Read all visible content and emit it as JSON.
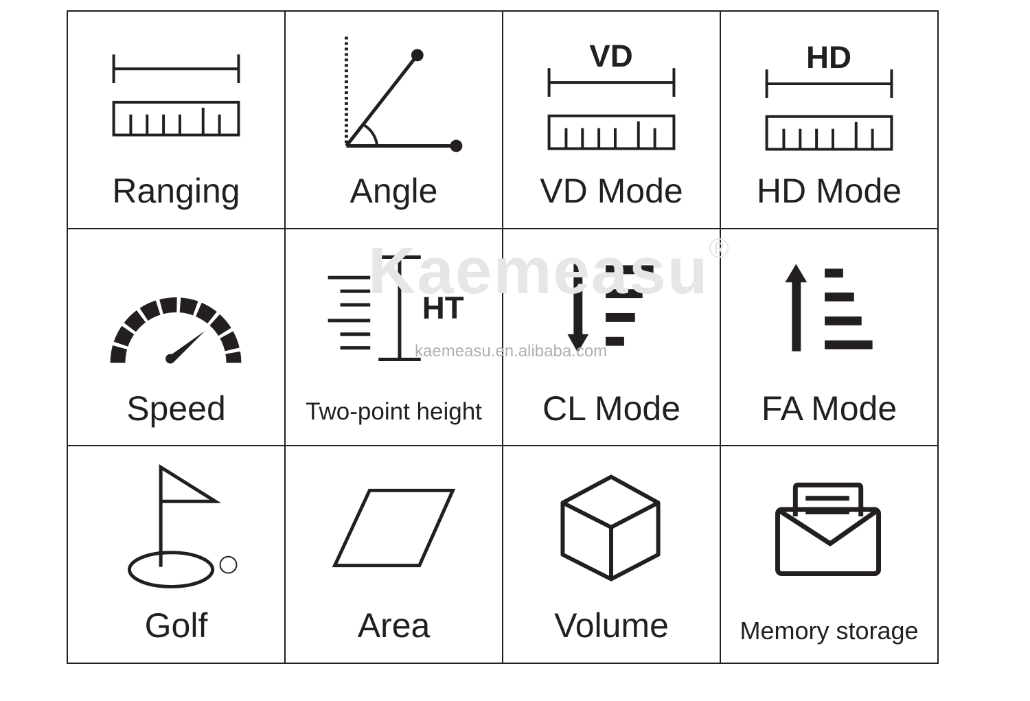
{
  "colors": {
    "ink": "#231f20",
    "background": "#ffffff",
    "watermark": "#e6e6e6"
  },
  "watermark": {
    "brand": "Kaemeasu",
    "mark": "®",
    "url": "kaemeasu.en.alibaba.com"
  },
  "cells": [
    {
      "id": "ranging",
      "label": "Ranging",
      "icon": "ruler-distance-icon"
    },
    {
      "id": "angle",
      "label": "Angle",
      "icon": "angle-icon"
    },
    {
      "id": "vd-mode",
      "label": "VD Mode",
      "icon": "vertical-distance-icon",
      "icon_text": "VD"
    },
    {
      "id": "hd-mode",
      "label": "HD Mode",
      "icon": "horizontal-distance-icon",
      "icon_text": "HD"
    },
    {
      "id": "speed",
      "label": "Speed",
      "icon": "speedometer-icon"
    },
    {
      "id": "two-point-height",
      "label": "Two-point height",
      "icon": "height-icon",
      "icon_text": "HT"
    },
    {
      "id": "cl-mode",
      "label": "CL Mode",
      "icon": "arrow-down-bars-icon"
    },
    {
      "id": "fa-mode",
      "label": "FA Mode",
      "icon": "arrow-up-bars-icon"
    },
    {
      "id": "golf",
      "label": "Golf",
      "icon": "golf-flag-icon"
    },
    {
      "id": "area",
      "label": "Area",
      "icon": "parallelogram-icon"
    },
    {
      "id": "volume",
      "label": "Volume",
      "icon": "cube-icon"
    },
    {
      "id": "memory-storage",
      "label": "Memory storage",
      "icon": "envelope-icon"
    }
  ]
}
